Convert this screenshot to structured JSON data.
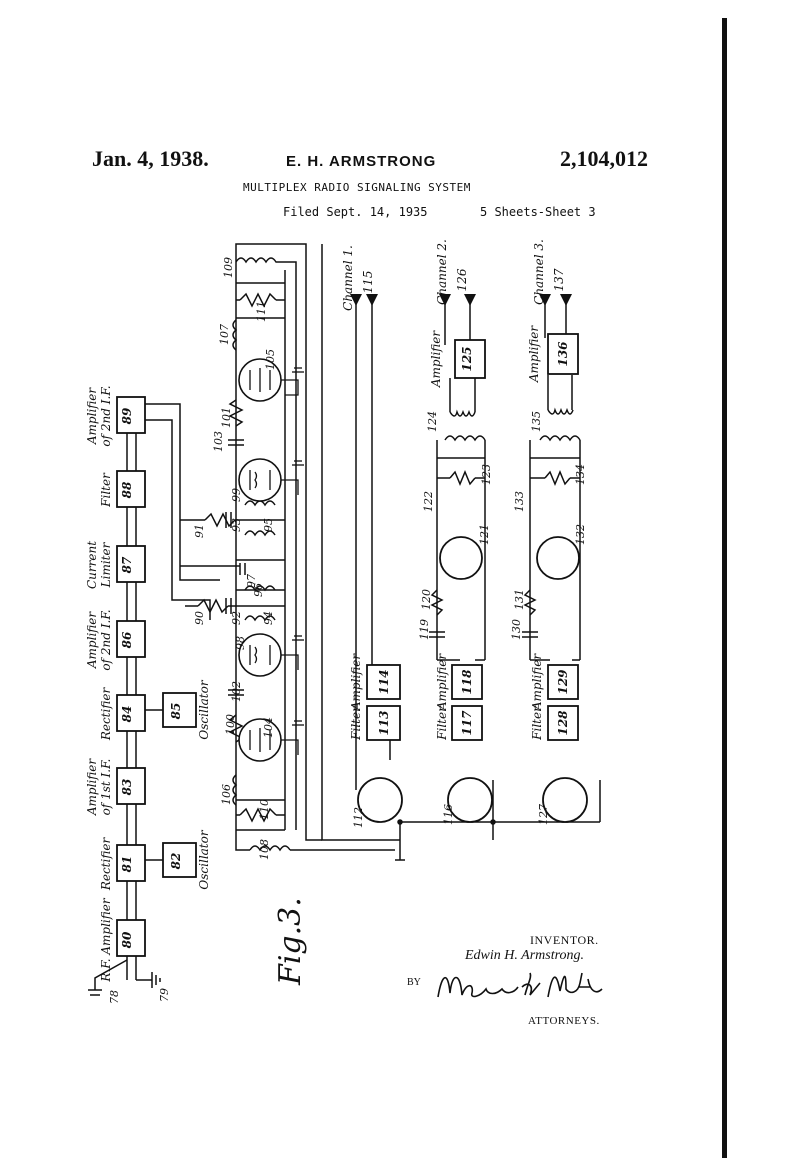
{
  "header": {
    "date": "Jan. 4, 1938.",
    "inventor": "E. H. ARMSTRONG",
    "patent_number": "2,104,012",
    "title": "MULTIPLEX RADIO SIGNALING SYSTEM",
    "filed": "Filed Sept. 14, 1935",
    "sheets": "5 Sheets-Sheet 3"
  },
  "figure_label": "Fig.3.",
  "blocks": [
    {
      "id": "80",
      "label": "R.F. Amplifier"
    },
    {
      "id": "81",
      "label": "Rectifier"
    },
    {
      "id": "82",
      "label": "Oscillator"
    },
    {
      "id": "83",
      "label": "Amplifier of 1st I.F."
    },
    {
      "id": "84",
      "label": "Rectifier"
    },
    {
      "id": "85",
      "label": "Oscillator"
    },
    {
      "id": "86",
      "label": "Amplifier of 2nd I.F."
    },
    {
      "id": "87",
      "label": "Current Limiter"
    },
    {
      "id": "88",
      "label": "Filter"
    },
    {
      "id": "89",
      "label": "Amplifier of 2nd I.F."
    },
    {
      "id": "113",
      "label": "Filter"
    },
    {
      "id": "114",
      "label": "Amplifier"
    },
    {
      "id": "117",
      "label": "Filter"
    },
    {
      "id": "118",
      "label": "Amplifier"
    },
    {
      "id": "125",
      "label": "Amplifier"
    },
    {
      "id": "128",
      "label": "Filter"
    },
    {
      "id": "129",
      "label": "Amplifier"
    },
    {
      "id": "136",
      "label": "Amplifier"
    }
  ],
  "channels": [
    {
      "name": "Channel 1.",
      "ref": "115"
    },
    {
      "name": "Channel 2.",
      "ref": "126"
    },
    {
      "name": "Channel 3.",
      "ref": "137"
    }
  ],
  "ref_numerals": [
    "78",
    "79",
    "90",
    "91",
    "92",
    "93",
    "94",
    "95",
    "96",
    "97",
    "98",
    "99",
    "100",
    "101",
    "102",
    "103",
    "104",
    "105",
    "106",
    "107",
    "108",
    "109",
    "110",
    "111",
    "112",
    "116",
    "119",
    "120",
    "121",
    "122",
    "123",
    "124",
    "127",
    "130",
    "131",
    "132",
    "133",
    "134",
    "135"
  ],
  "signature": {
    "inventor_label": "INVENTOR.",
    "inventor_name": "Edwin H. Armstrong.",
    "by": "BY",
    "attorneys_signature": "Moses & Nolte",
    "attorneys_label": "ATTORNEYS."
  }
}
